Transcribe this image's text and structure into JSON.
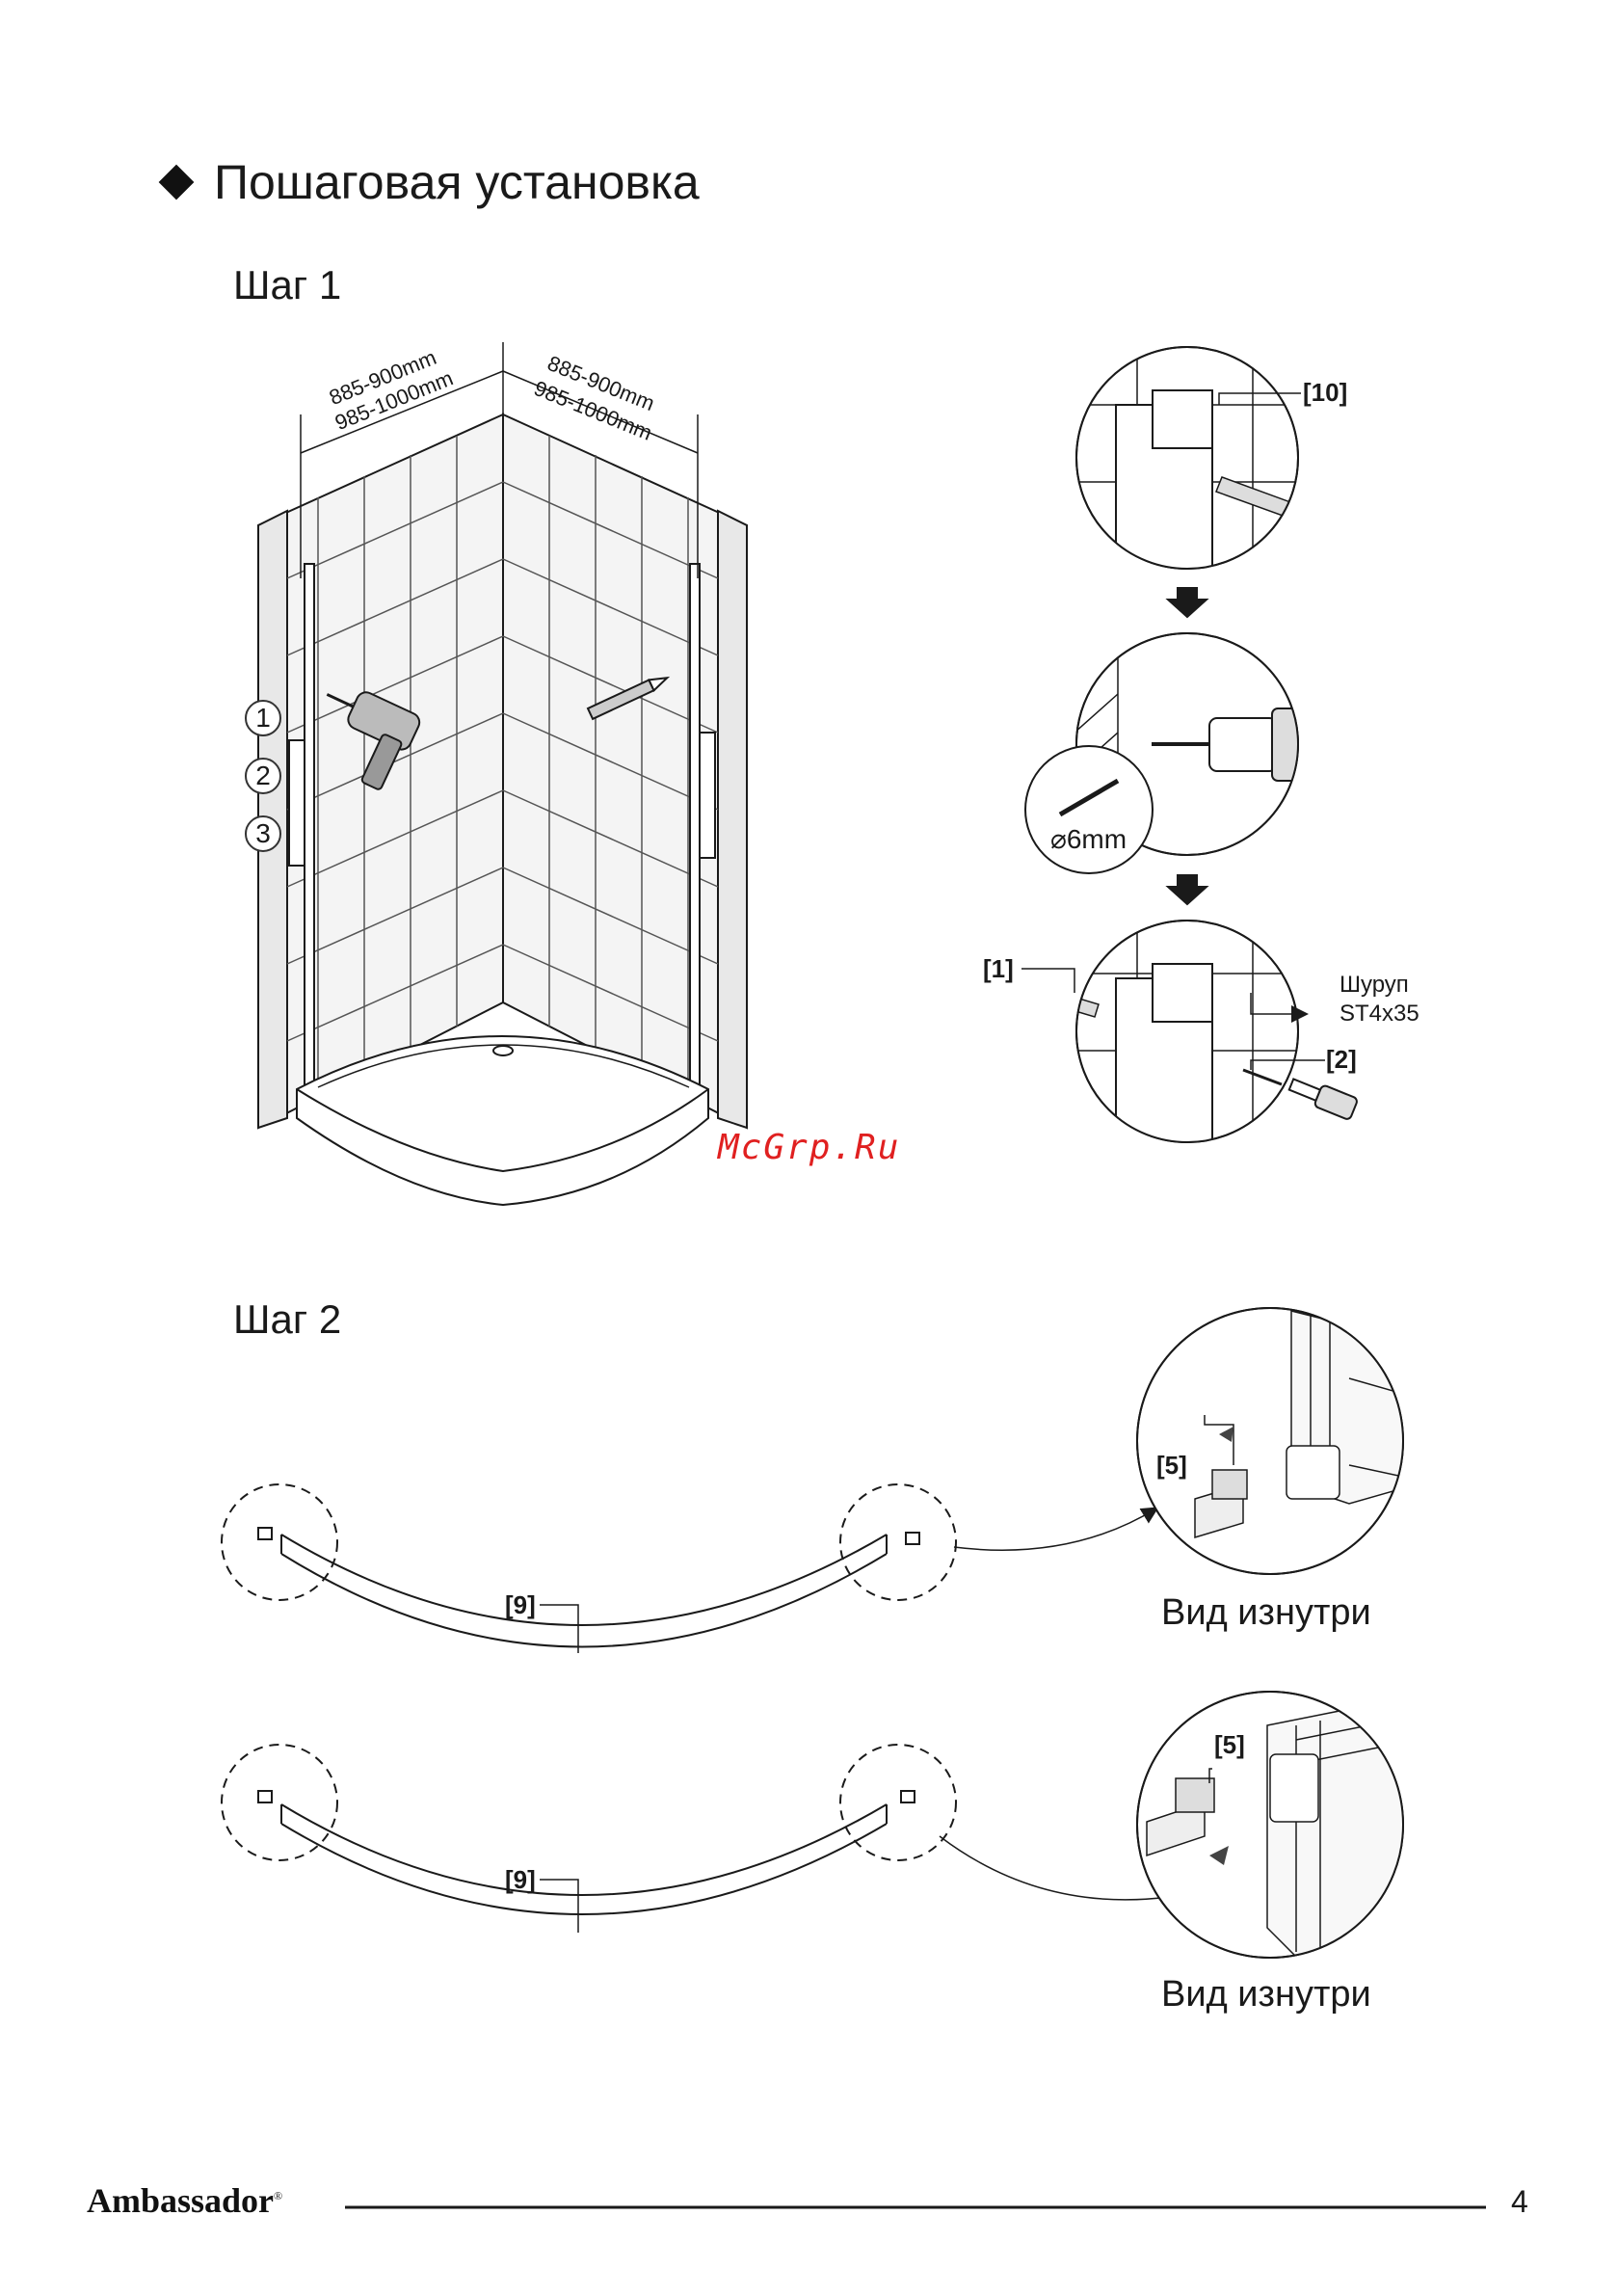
{
  "page": {
    "title": "Пошаговая установка",
    "page_number": "4",
    "brand": "Ambassador",
    "brand_mark": "®",
    "watermark": "McGrp.Ru"
  },
  "step1": {
    "heading": "Шаг 1",
    "dim_left_1": "885-900mm",
    "dim_left_2": "985-1000mm",
    "dim_right_1": "885-900mm",
    "dim_right_2": "985-1000mm",
    "callouts": [
      "1",
      "2",
      "3"
    ],
    "detail": {
      "part_10": "[10]",
      "drill_size": "6mm",
      "drill_symbol": "⌀",
      "part_1": "[1]",
      "part_2": "[2]",
      "screw_label": "Шуруп",
      "screw_spec": "ST4x35"
    }
  },
  "step2": {
    "heading": "Шаг 2",
    "part_9": "[9]",
    "part_5": "[5]",
    "view_label": "Вид изнутри"
  },
  "colors": {
    "line": "#1a1a1a",
    "watermark": "#e02020",
    "wall_fill": "#f2f2f2"
  }
}
